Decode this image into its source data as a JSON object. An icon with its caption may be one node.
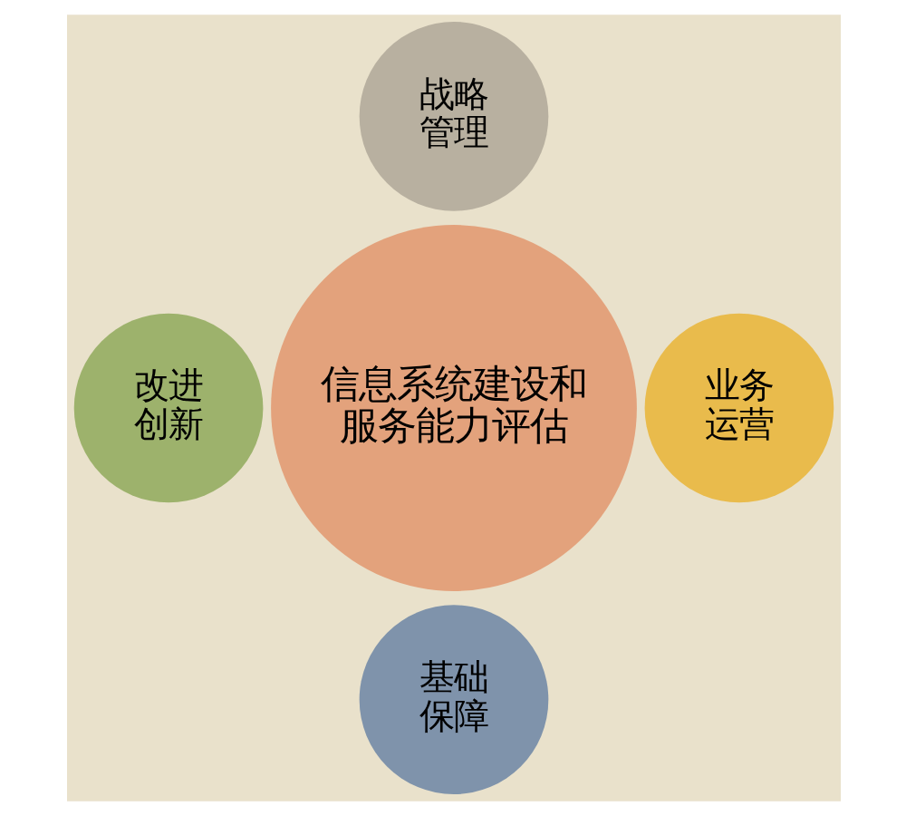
{
  "diagram": {
    "nodes": [
      {
        "text": [
          "战略管理"
        ]
      },
      {
        "text": [
          "改进创新"
        ]
      },
      {
        "text": [
          "信息系统建设和服务能力评估"
        ]
      },
      {
        "text": [
          "业务运营"
        ]
      },
      {
        "text": [
          "基础保障"
        ]
      }
    ]
  }
}
